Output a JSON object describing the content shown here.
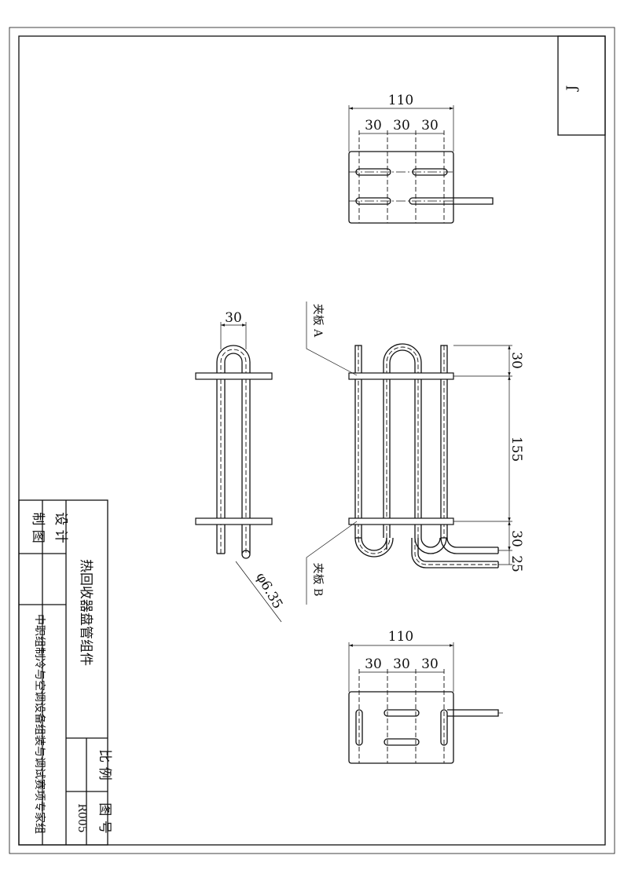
{
  "sheet": {
    "corner_mark": "J"
  },
  "title_block": {
    "cell_draw": "制 图",
    "cell_design": "设 计",
    "part_name": "热回收器盘管组件",
    "org_name": "中职组制冷与空调设备组装与调试赛项专家组",
    "scale_label": "比 例",
    "drawing_no_label": "图 号",
    "drawing_no": "R005"
  },
  "views": {
    "top_view": {
      "dims": {
        "overall": "110",
        "d1": "30",
        "d2": "30",
        "d3": "30"
      }
    },
    "side_view": {
      "dims": {
        "bend_width": "30",
        "tube_dia": "φ6.35"
      }
    },
    "front_view": {
      "dims": {
        "top": "30",
        "middle": "155",
        "bottom": "30",
        "outlet": "25"
      },
      "labels": {
        "plate_a": "夹板 A",
        "plate_b": "夹板 B"
      }
    },
    "bottom_view": {
      "dims": {
        "overall": "110",
        "d1": "30",
        "d2": "30",
        "d3": "30"
      }
    }
  }
}
